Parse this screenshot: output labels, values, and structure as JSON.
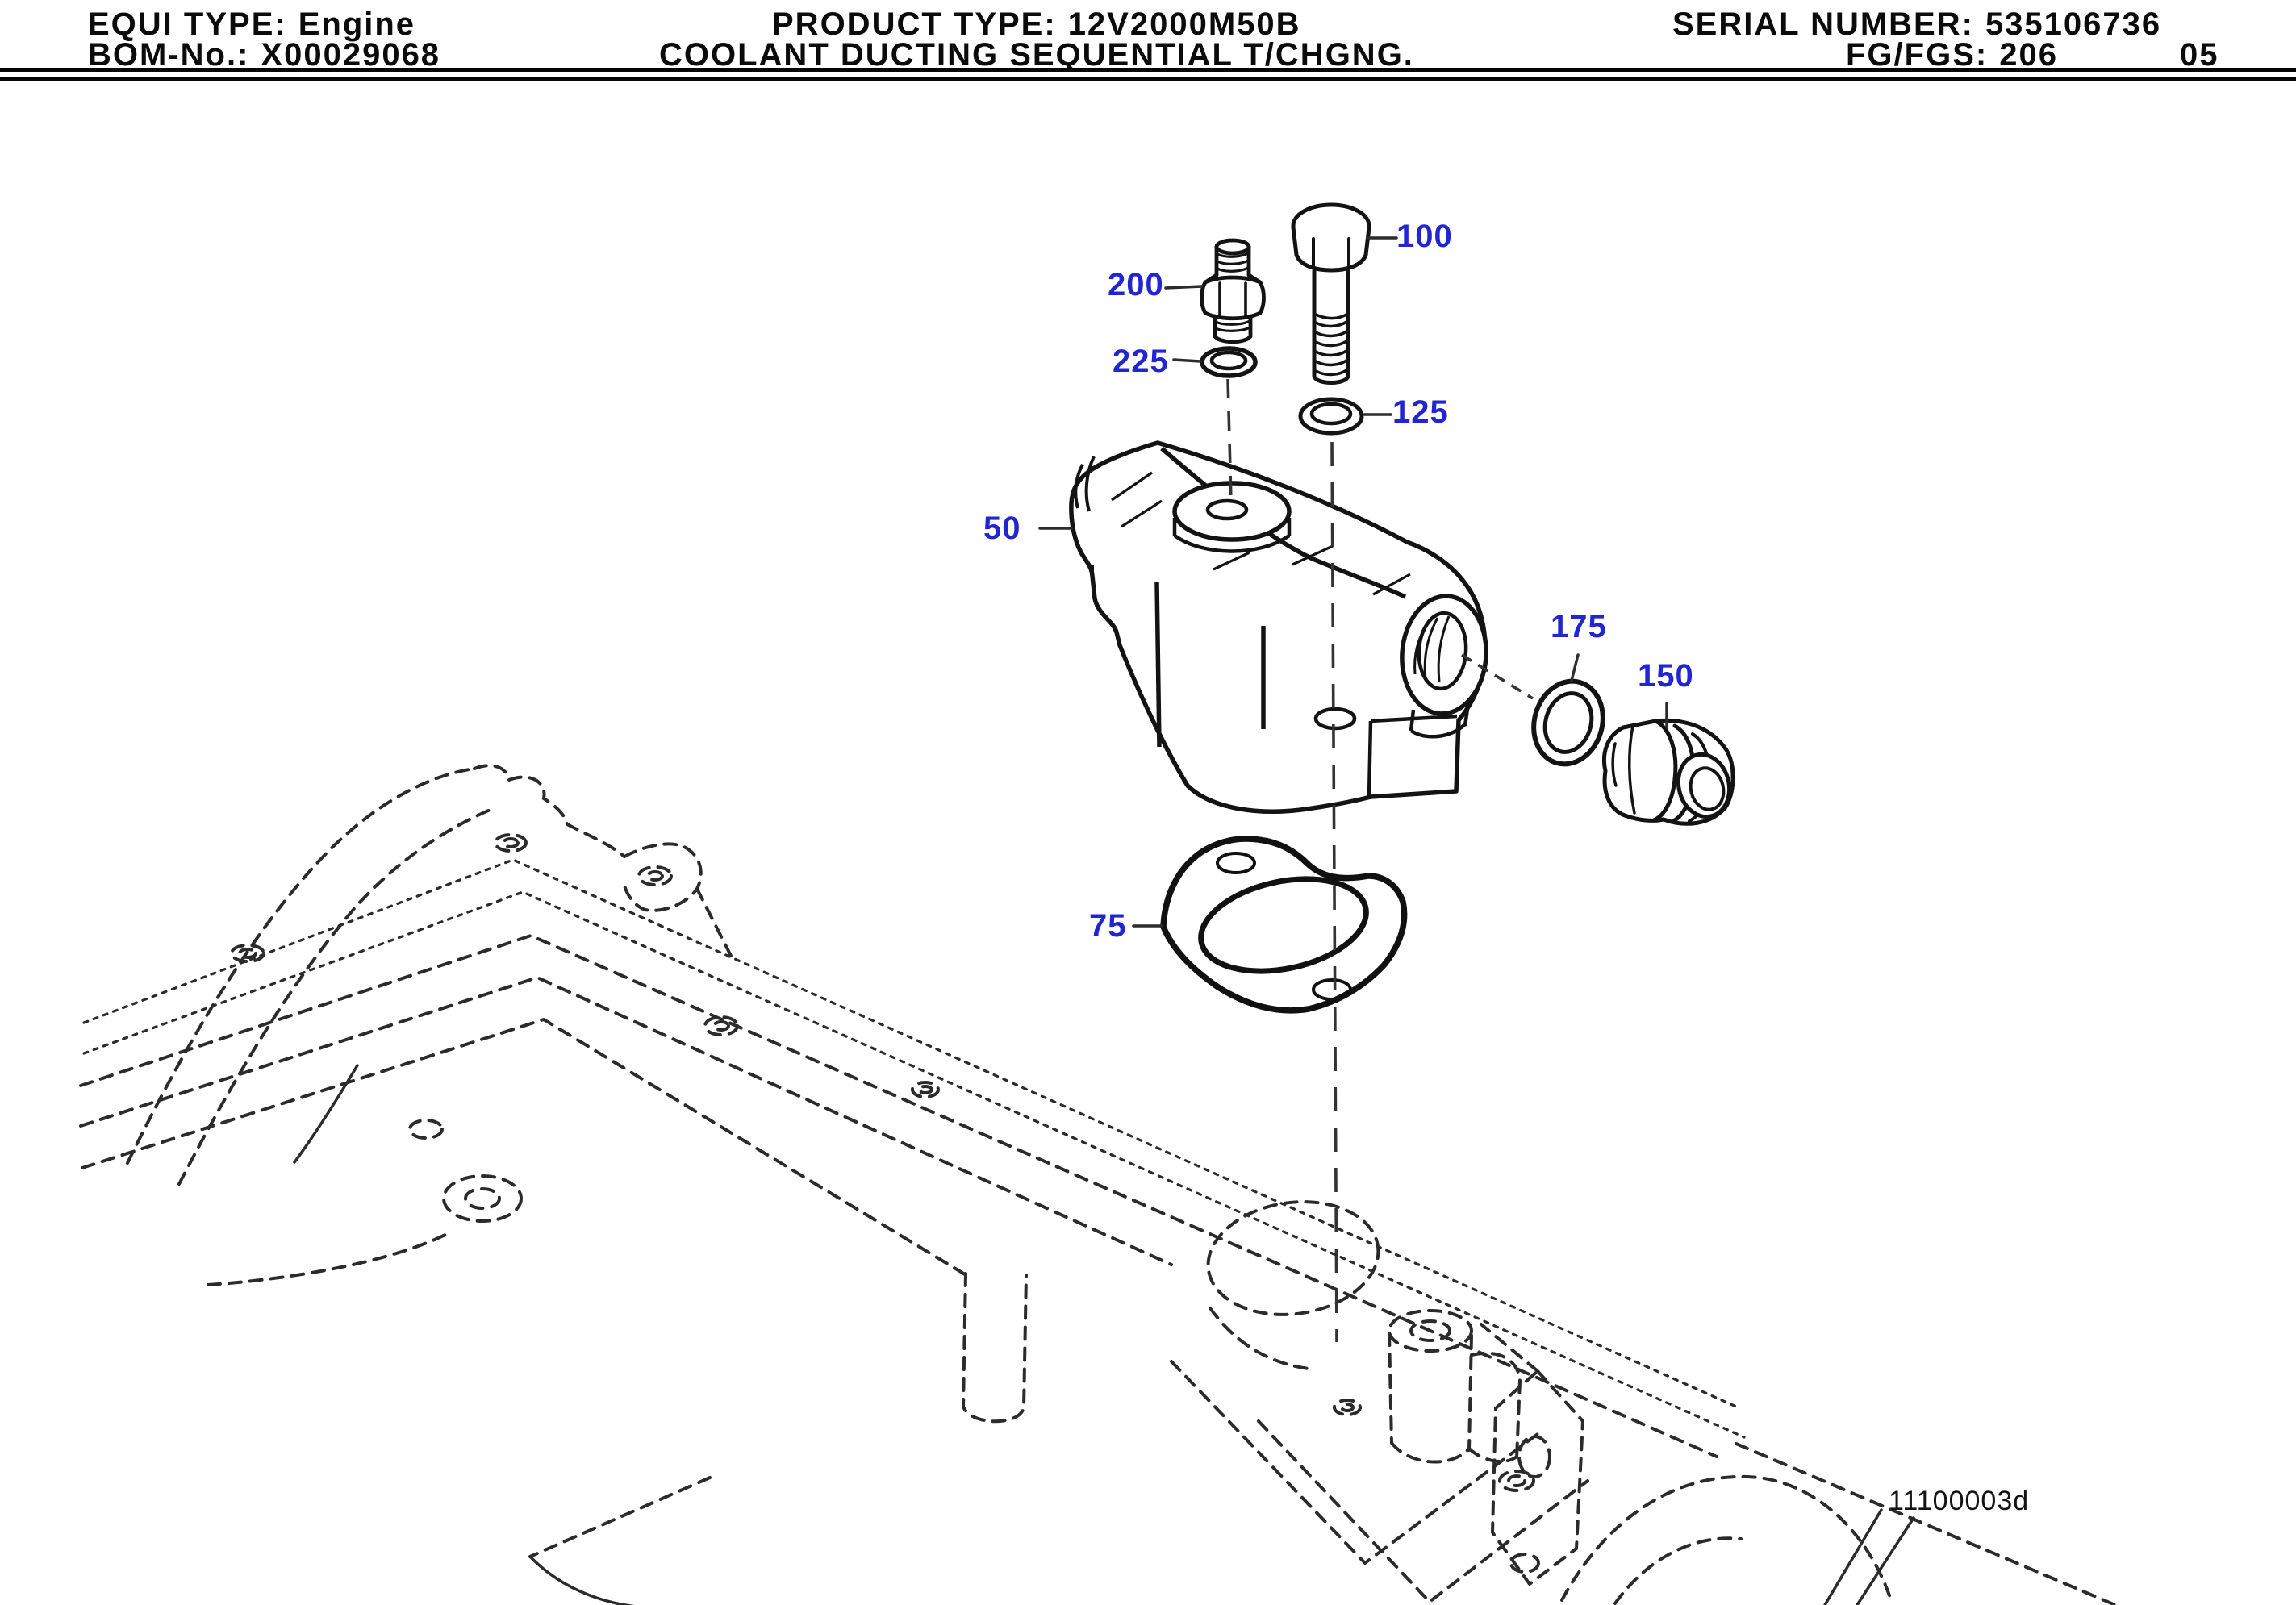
{
  "page": {
    "type": "parts-catalog-exploded-view"
  },
  "header": {
    "equi_type_label": "EQUI TYPE:",
    "equi_type_value": "Engine",
    "product_type_label": "PRODUCT TYPE:",
    "product_type_value": "12V2000M50B",
    "serial_number_label": "SERIAL NUMBER:",
    "serial_number_value": "535106736",
    "bom_no_label": "BOM-No.:",
    "bom_no_value": "X00029068",
    "assembly_title": "COOLANT DUCTING SEQUENTIAL T/CHGNG.",
    "fg_fgs_label": "FG/FGS:",
    "fg_value": "206",
    "fgs_value": "05"
  },
  "diagram": {
    "drawing_number": "11100003d",
    "callouts": [
      "200",
      "225",
      "100",
      "125",
      "50",
      "175",
      "150",
      "75"
    ]
  },
  "colors": {
    "callout_blue": "#2126d2",
    "line_black": "#161616",
    "background": "#ffffff"
  }
}
